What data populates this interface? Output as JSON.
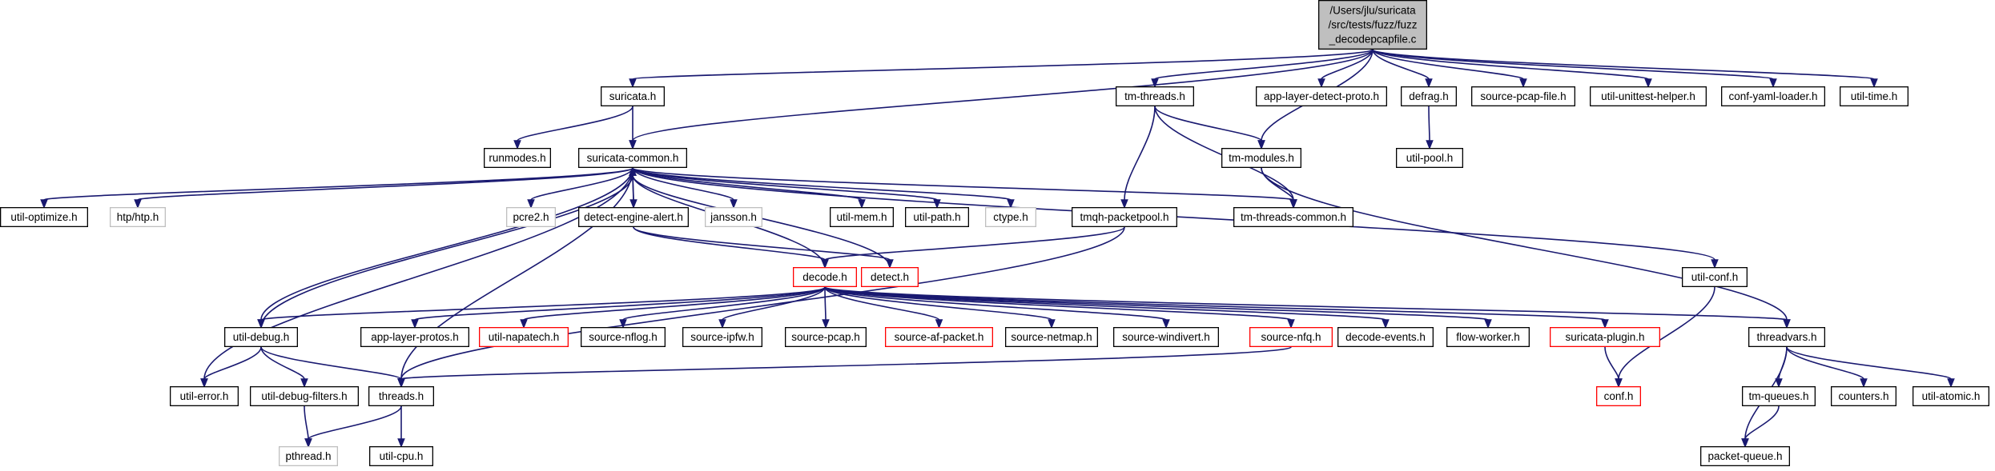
{
  "colors": {
    "edge": "#191970",
    "border_default": "#000000",
    "border_truncated": "#ff0000",
    "border_external": "#bfbfbf",
    "fill_root": "#bfbfbf",
    "fill_default": "#ffffff"
  },
  "nodes": [
    {
      "id": "root",
      "label": [
        "/Users/jlu/suricata",
        "/src/tests/fuzz/fuzz",
        "_decodepcapfile.c"
      ],
      "kind": "root"
    },
    {
      "id": "suricata_h",
      "label": [
        "suricata.h"
      ],
      "kind": "default"
    },
    {
      "id": "tm_threads_h",
      "label": [
        "tm-threads.h"
      ],
      "kind": "default"
    },
    {
      "id": "app_layer_detect_proto_h",
      "label": [
        "app-layer-detect-proto.h"
      ],
      "kind": "default"
    },
    {
      "id": "defrag_h",
      "label": [
        "defrag.h"
      ],
      "kind": "default"
    },
    {
      "id": "source_pcap_file_h",
      "label": [
        "source-pcap-file.h"
      ],
      "kind": "default"
    },
    {
      "id": "util_unittest_helper_h",
      "label": [
        "util-unittest-helper.h"
      ],
      "kind": "default"
    },
    {
      "id": "conf_yaml_loader_h",
      "label": [
        "conf-yaml-loader.h"
      ],
      "kind": "default"
    },
    {
      "id": "util_time_h",
      "label": [
        "util-time.h"
      ],
      "kind": "default"
    },
    {
      "id": "runmodes_h",
      "label": [
        "runmodes.h"
      ],
      "kind": "default"
    },
    {
      "id": "suricata_common_h",
      "label": [
        "suricata-common.h"
      ],
      "kind": "default"
    },
    {
      "id": "tm_modules_h",
      "label": [
        "tm-modules.h"
      ],
      "kind": "default"
    },
    {
      "id": "util_pool_h",
      "label": [
        "util-pool.h"
      ],
      "kind": "default"
    },
    {
      "id": "util_optimize_h",
      "label": [
        "util-optimize.h"
      ],
      "kind": "default"
    },
    {
      "id": "htp_h",
      "label": [
        "htp/htp.h"
      ],
      "kind": "external"
    },
    {
      "id": "pcre2_h",
      "label": [
        "pcre2.h"
      ],
      "kind": "external"
    },
    {
      "id": "detect_engine_alert_h",
      "label": [
        "detect-engine-alert.h"
      ],
      "kind": "default"
    },
    {
      "id": "jansson_h",
      "label": [
        "jansson.h"
      ],
      "kind": "external"
    },
    {
      "id": "util_mem_h",
      "label": [
        "util-mem.h"
      ],
      "kind": "default"
    },
    {
      "id": "util_path_h",
      "label": [
        "util-path.h"
      ],
      "kind": "default"
    },
    {
      "id": "ctype_h",
      "label": [
        "ctype.h"
      ],
      "kind": "external"
    },
    {
      "id": "tmqh_packetpool_h",
      "label": [
        "tmqh-packetpool.h"
      ],
      "kind": "default"
    },
    {
      "id": "tm_threads_common_h",
      "label": [
        "tm-threads-common.h"
      ],
      "kind": "default"
    },
    {
      "id": "decode_h",
      "label": [
        "decode.h"
      ],
      "kind": "truncated"
    },
    {
      "id": "detect_h",
      "label": [
        "detect.h"
      ],
      "kind": "truncated"
    },
    {
      "id": "util_conf_h",
      "label": [
        "util-conf.h"
      ],
      "kind": "default"
    },
    {
      "id": "util_debug_h",
      "label": [
        "util-debug.h"
      ],
      "kind": "default"
    },
    {
      "id": "app_layer_protos_h",
      "label": [
        "app-layer-protos.h"
      ],
      "kind": "default"
    },
    {
      "id": "util_napatech_h",
      "label": [
        "util-napatech.h"
      ],
      "kind": "truncated"
    },
    {
      "id": "source_nflog_h",
      "label": [
        "source-nflog.h"
      ],
      "kind": "default"
    },
    {
      "id": "source_ipfw_h",
      "label": [
        "source-ipfw.h"
      ],
      "kind": "default"
    },
    {
      "id": "source_pcap_h",
      "label": [
        "source-pcap.h"
      ],
      "kind": "default"
    },
    {
      "id": "source_af_packet_h",
      "label": [
        "source-af-packet.h"
      ],
      "kind": "truncated"
    },
    {
      "id": "source_netmap_h",
      "label": [
        "source-netmap.h"
      ],
      "kind": "default"
    },
    {
      "id": "source_windivert_h",
      "label": [
        "source-windivert.h"
      ],
      "kind": "default"
    },
    {
      "id": "source_nfq_h",
      "label": [
        "source-nfq.h"
      ],
      "kind": "truncated"
    },
    {
      "id": "decode_events_h",
      "label": [
        "decode-events.h"
      ],
      "kind": "default"
    },
    {
      "id": "flow_worker_h",
      "label": [
        "flow-worker.h"
      ],
      "kind": "default"
    },
    {
      "id": "suricata_plugin_h",
      "label": [
        "suricata-plugin.h"
      ],
      "kind": "truncated"
    },
    {
      "id": "threadvars_h",
      "label": [
        "threadvars.h"
      ],
      "kind": "default"
    },
    {
      "id": "util_error_h",
      "label": [
        "util-error.h"
      ],
      "kind": "default"
    },
    {
      "id": "util_debug_filters_h",
      "label": [
        "util-debug-filters.h"
      ],
      "kind": "default"
    },
    {
      "id": "threads_h",
      "label": [
        "threads.h"
      ],
      "kind": "default"
    },
    {
      "id": "conf_h",
      "label": [
        "conf.h"
      ],
      "kind": "truncated"
    },
    {
      "id": "tm_queues_h",
      "label": [
        "tm-queues.h"
      ],
      "kind": "default"
    },
    {
      "id": "counters_h",
      "label": [
        "counters.h"
      ],
      "kind": "default"
    },
    {
      "id": "util_atomic_h",
      "label": [
        "util-atomic.h"
      ],
      "kind": "default"
    },
    {
      "id": "pthread_h",
      "label": [
        "pthread.h"
      ],
      "kind": "external"
    },
    {
      "id": "util_cpu_h",
      "label": [
        "util-cpu.h"
      ],
      "kind": "default"
    },
    {
      "id": "packet_queue_h",
      "label": [
        "packet-queue.h"
      ],
      "kind": "default"
    }
  ],
  "edges": [
    [
      "root",
      "suricata_h"
    ],
    [
      "root",
      "suricata_common_h"
    ],
    [
      "root",
      "tm_threads_h"
    ],
    [
      "root",
      "app_layer_detect_proto_h"
    ],
    [
      "root",
      "defrag_h"
    ],
    [
      "root",
      "source_pcap_file_h"
    ],
    [
      "root",
      "util_unittest_helper_h"
    ],
    [
      "root",
      "conf_yaml_loader_h"
    ],
    [
      "root",
      "util_time_h"
    ],
    [
      "root",
      "tm_modules_h"
    ],
    [
      "suricata_h",
      "runmodes_h"
    ],
    [
      "suricata_h",
      "suricata_common_h"
    ],
    [
      "tm_threads_h",
      "tm_modules_h"
    ],
    [
      "tm_threads_h",
      "tm_threads_common_h"
    ],
    [
      "tm_threads_h",
      "tmqh_packetpool_h"
    ],
    [
      "defrag_h",
      "util_pool_h"
    ],
    [
      "tm_modules_h",
      "tm_threads_common_h"
    ],
    [
      "tm_modules_h",
      "threadvars_h"
    ],
    [
      "suricata_common_h",
      "util_optimize_h"
    ],
    [
      "suricata_common_h",
      "htp_h"
    ],
    [
      "suricata_common_h",
      "pcre2_h"
    ],
    [
      "suricata_common_h",
      "detect_engine_alert_h"
    ],
    [
      "suricata_common_h",
      "jansson_h"
    ],
    [
      "suricata_common_h",
      "util_mem_h"
    ],
    [
      "suricata_common_h",
      "util_path_h"
    ],
    [
      "suricata_common_h",
      "ctype_h"
    ],
    [
      "suricata_common_h",
      "tm_threads_common_h"
    ],
    [
      "suricata_common_h",
      "util_debug_h"
    ],
    [
      "suricata_common_h",
      "util_error_h"
    ],
    [
      "suricata_common_h",
      "threads_h"
    ],
    [
      "suricata_common_h",
      "util_conf_h"
    ],
    [
      "detect_engine_alert_h",
      "suricata_common_h"
    ],
    [
      "detect_engine_alert_h",
      "decode_h"
    ],
    [
      "detect_engine_alert_h",
      "detect_h"
    ],
    [
      "decode_h",
      "suricata_common_h"
    ],
    [
      "detect_h",
      "suricata_common_h"
    ],
    [
      "util_debug_h",
      "suricata_common_h"
    ],
    [
      "tmqh_packetpool_h",
      "decode_h"
    ],
    [
      "tmqh_packetpool_h",
      "threads_h"
    ],
    [
      "decode_h",
      "util_debug_h"
    ],
    [
      "decode_h",
      "app_layer_protos_h"
    ],
    [
      "decode_h",
      "util_napatech_h"
    ],
    [
      "decode_h",
      "source_nflog_h"
    ],
    [
      "decode_h",
      "source_ipfw_h"
    ],
    [
      "decode_h",
      "source_pcap_h"
    ],
    [
      "decode_h",
      "source_af_packet_h"
    ],
    [
      "decode_h",
      "source_netmap_h"
    ],
    [
      "decode_h",
      "source_windivert_h"
    ],
    [
      "decode_h",
      "source_nfq_h"
    ],
    [
      "decode_h",
      "decode_events_h"
    ],
    [
      "decode_h",
      "flow_worker_h"
    ],
    [
      "decode_h",
      "suricata_plugin_h"
    ],
    [
      "decode_h",
      "threadvars_h"
    ],
    [
      "util_conf_h",
      "conf_h"
    ],
    [
      "suricata_plugin_h",
      "conf_h"
    ],
    [
      "source_nfq_h",
      "threads_h"
    ],
    [
      "util_debug_h",
      "util_error_h"
    ],
    [
      "util_debug_h",
      "util_debug_filters_h"
    ],
    [
      "util_debug_h",
      "threads_h"
    ],
    [
      "util_debug_filters_h",
      "pthread_h"
    ],
    [
      "threads_h",
      "pthread_h"
    ],
    [
      "threads_h",
      "util_cpu_h"
    ],
    [
      "threadvars_h",
      "tm_queues_h"
    ],
    [
      "threadvars_h",
      "counters_h"
    ],
    [
      "threadvars_h",
      "util_atomic_h"
    ],
    [
      "threadvars_h",
      "packet_queue_h"
    ],
    [
      "tm_queues_h",
      "packet_queue_h"
    ]
  ]
}
